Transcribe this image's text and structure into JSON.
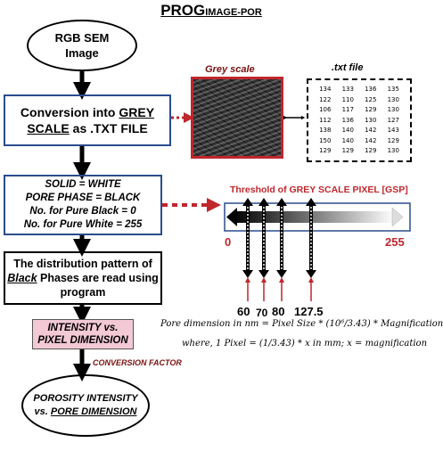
{
  "title": {
    "main": "PROG",
    "sub": "IMAGE-POR"
  },
  "flow": {
    "start": "RGB SEM Image",
    "convert_a": "Conversion into ",
    "convert_b": "GREY",
    "convert_c": "SCALE",
    "convert_d": " as .TXT FILE",
    "rules": [
      "SOLID = WHITE",
      "PORE PHASE = BLACK",
      "No. for Pure Black = 0",
      "No. for Pure White = 255"
    ],
    "dist_a": "The distribution pattern of",
    "dist_b": "Black",
    "dist_c": " Phases are read using program",
    "intensity": "INTENSITY vs. PIXEL DIMENSION",
    "conversion_factor": "CONVERSION FACTOR",
    "result_a": "POROSITY INTENSITY",
    "result_b": "vs. ",
    "result_c": "PORE DIMENSION"
  },
  "grey_scale": {
    "label": "Grey scale"
  },
  "txt_file": {
    "label": ".txt file",
    "values": [
      [
        134,
        133,
        136,
        135
      ],
      [
        122,
        110,
        125,
        130
      ],
      [
        106,
        117,
        129,
        130
      ],
      [
        112,
        136,
        130,
        127
      ],
      [
        138,
        140,
        142,
        143
      ],
      [
        150,
        140,
        142,
        129
      ],
      [
        129,
        129,
        129,
        130
      ]
    ]
  },
  "threshold": {
    "label": "Threshold of GREY SCALE PIXEL [GSP]",
    "min": "0",
    "max": "255",
    "markers": [
      60,
      70,
      80,
      127.5
    ],
    "marker_labels": [
      "60",
      "70",
      "80",
      "127.5"
    ]
  },
  "formulas": {
    "line1": "Pore dimension in nm = Pixel Size * (10⁶/3.43) * Magnification",
    "line2": "where, 1 Pixel = (1/3.43) * x in mm; x = magnification"
  },
  "colors": {
    "pink": "#f3c9d6",
    "red": "#c0262c",
    "blue_border": "#2a4c8c",
    "dark_red_text": "#7a1010"
  }
}
